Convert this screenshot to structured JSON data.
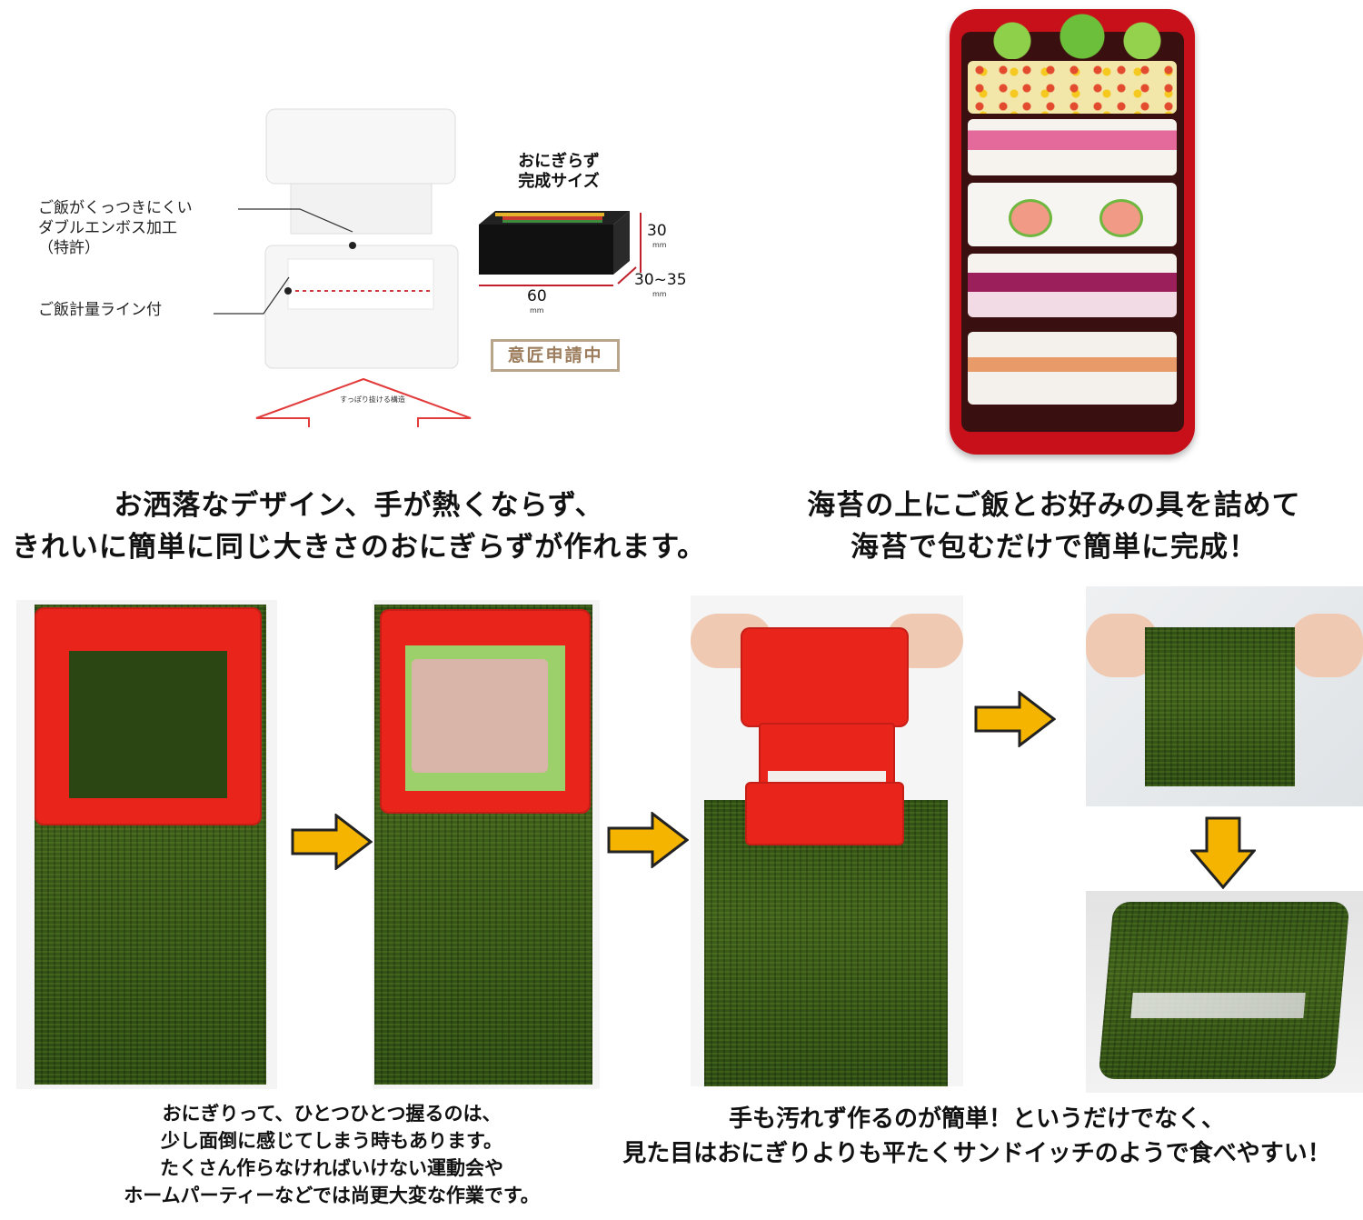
{
  "diagram": {
    "callout_nonstick_line1": "ご飯がくっつきにくい",
    "callout_nonstick_line2": "ダブルエンボス加工",
    "callout_nonstick_line3": "（特許）",
    "callout_rice_line": "ご飯計量ライン付",
    "size_label_line1": "おにぎらず",
    "size_label_line2": "完成サイズ",
    "dim_height": "30",
    "dim_height_unit": "mm",
    "dim_depth": "30~35",
    "dim_depth_unit": "mm",
    "dim_width": "60",
    "dim_width_unit": "mm",
    "design_pending": "意匠申請中",
    "push_arrow_text": "すっぽり抜ける構造"
  },
  "headlines": {
    "left_line1": "お洒落なデザイン、手が熱くならず、",
    "left_line2": "きれいに簡単に同じ大きさのおにぎらずが作れます。",
    "right_line1": "海苔の上にご飯とお好みの具を詰めて",
    "right_line2": "海苔で包むだけで簡単に完成！"
  },
  "captions": {
    "left_line1": "おにぎりって、ひとつひとつ握るのは、",
    "left_line2": "少し面倒に感じてしまう時もあります。",
    "left_line3": "たくさん作らなければいけない運動会や",
    "left_line4": "ホームパーティーなどでは尚更大変な作業です。",
    "right_line1": "手も汚れず作るのが簡単！というだけでなく、",
    "right_line2": "見た目はおにぎりよりも平たくサンドイッチのようで食べやすい！"
  },
  "colors": {
    "mold_red": "#e8241b",
    "arrow_yellow": "#f5b400",
    "nori_green": "#2f4f16",
    "bento_red": "#c8101a"
  }
}
